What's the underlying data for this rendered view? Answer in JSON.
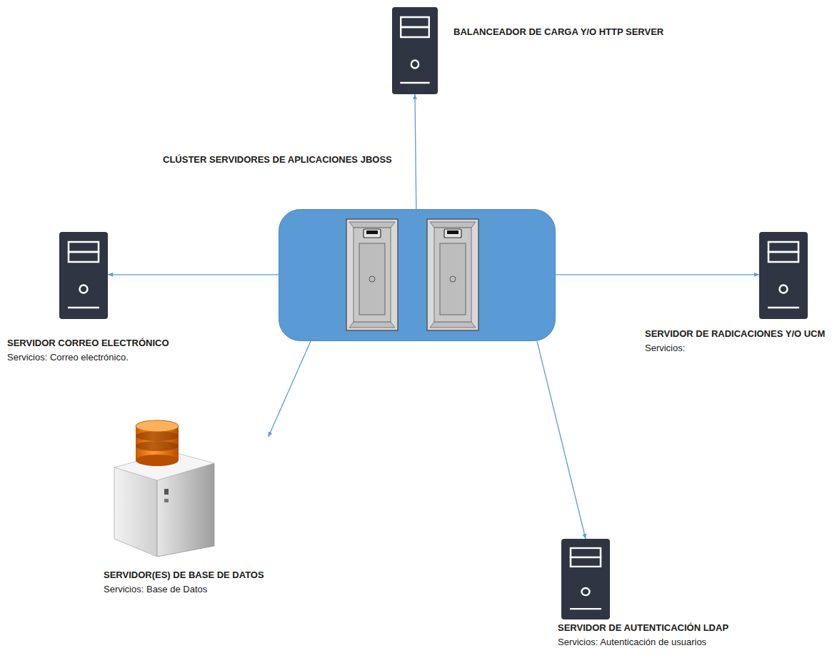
{
  "diagram": {
    "nodes": [
      {
        "text": [
          "BALANCEADOR DE CARGA Y/O HTTP SERVER"
        ]
      },
      {
        "text": [
          "CLÚSTER SERVIDORES DE APLICACIONES JBOSS"
        ]
      },
      {
        "text": [
          "SERVIDOR CORREO ELECTRÓNICO",
          "Servicios: Correo electrónico."
        ]
      },
      {
        "text": [
          "SERVIDOR DE RADICACIONES Y/O UCM",
          "Servicios:"
        ]
      },
      {
        "text": [
          "SERVIDOR(ES) DE BASE DE DATOS",
          "Servicios: Base de Datos"
        ]
      },
      {
        "text": [
          "SERVIDOR DE AUTENTICACIÓN LDAP",
          "Servicios: Autenticación de usuarios"
        ]
      }
    ],
    "edges": [
      {
        "from": 1,
        "to": 0,
        "arrow": "to"
      },
      {
        "from": 1,
        "to": 2,
        "arrow": "to"
      },
      {
        "from": 1,
        "to": 3,
        "arrow": "to"
      },
      {
        "from": 1,
        "to": 4,
        "arrow": "to"
      },
      {
        "from": 1,
        "to": 5,
        "arrow": "to"
      }
    ]
  }
}
